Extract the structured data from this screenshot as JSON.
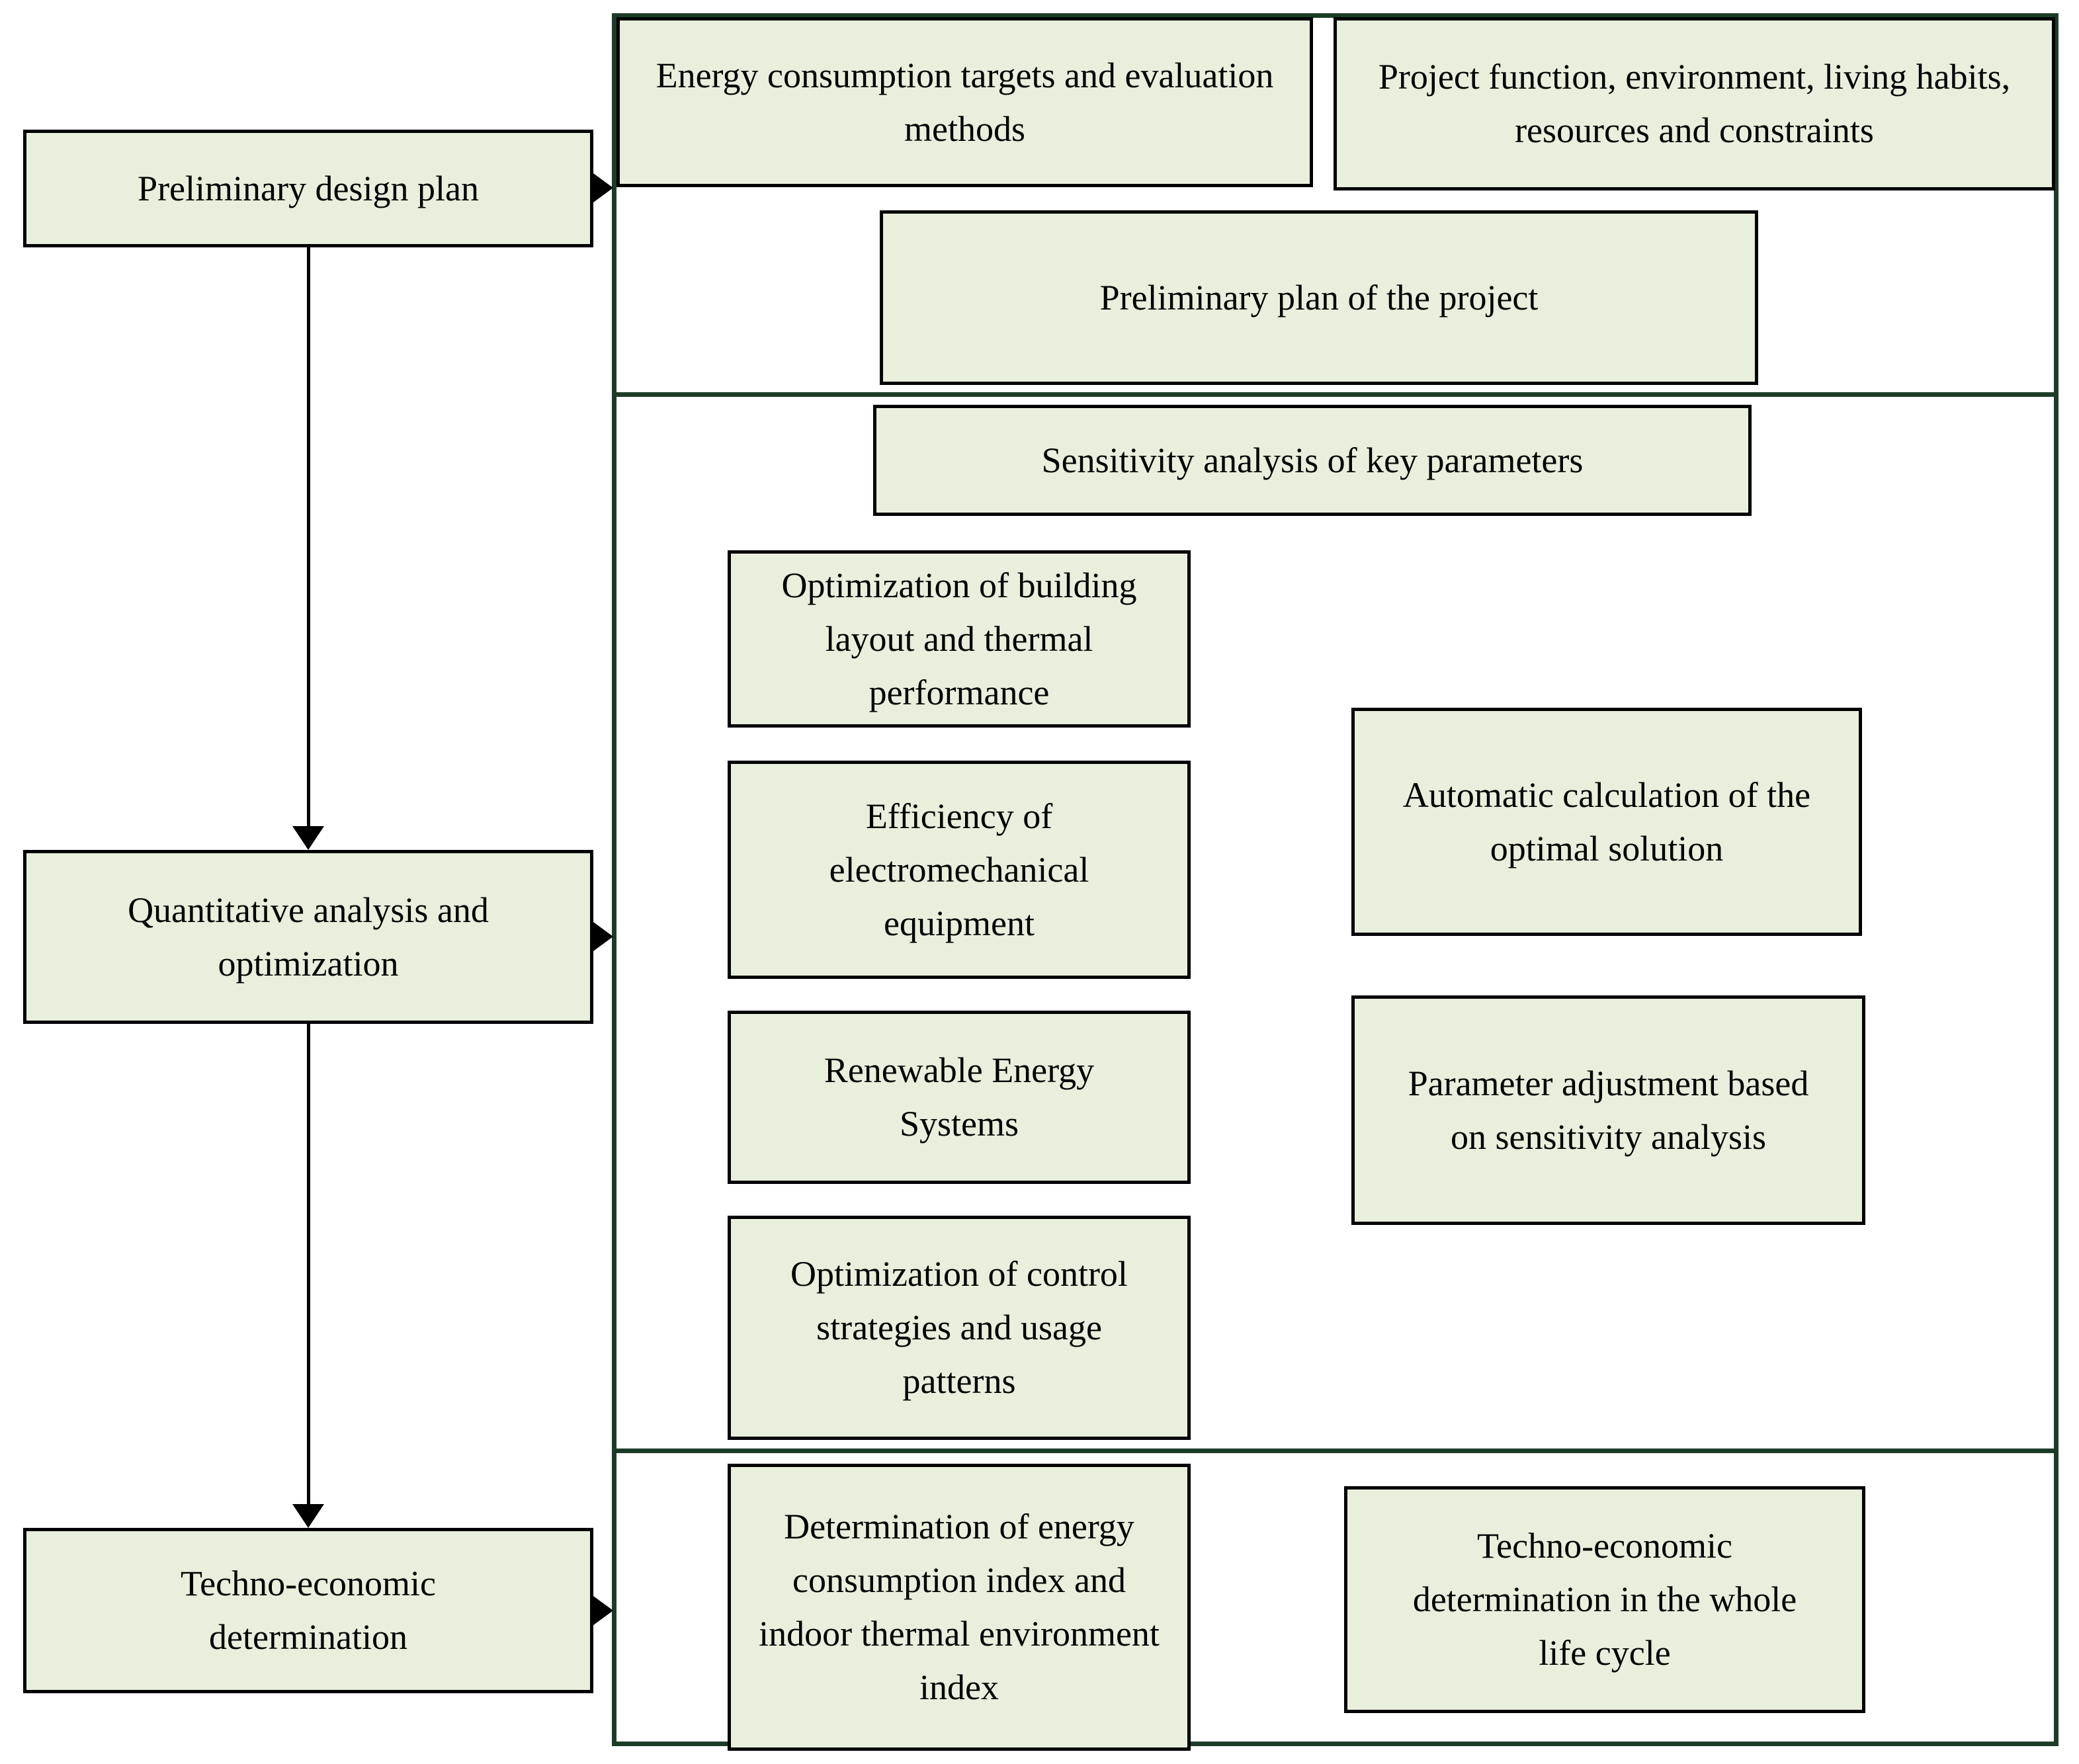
{
  "left_column": {
    "preliminary_design": "Preliminary design plan",
    "quantitative_analysis": "Quantitative analysis and optimization",
    "techno_economic": "Techno-economic determination"
  },
  "panel": {
    "top": {
      "energy_targets": "Energy consumption targets and evaluation methods",
      "project_function": "Project function, environment, living habits, resources and constraints",
      "preliminary_plan": "Preliminary plan of the project"
    },
    "middle": {
      "sensitivity": "Sensitivity analysis of key parameters",
      "building_layout": "Optimization of building layout and thermal performance",
      "equipment_efficiency": "Efficiency of electromechanical equipment",
      "renewable_energy": "Renewable Energy Systems",
      "control_strategies": "Optimization of control strategies and usage patterns",
      "automatic_calculation": "Automatic calculation of the optimal solution",
      "parameter_adjustment": "Parameter adjustment based on sensitivity analysis"
    },
    "bottom": {
      "index_determination": "Determination of energy consumption index and indoor thermal environment index",
      "life_cycle": "Techno-economic determination in the whole life cycle"
    }
  },
  "colors": {
    "box_fill": "#e8efdc",
    "box_border": "#000000",
    "panel_border": "#1d3c28",
    "background": "#ffffff",
    "text": "#000000"
  }
}
